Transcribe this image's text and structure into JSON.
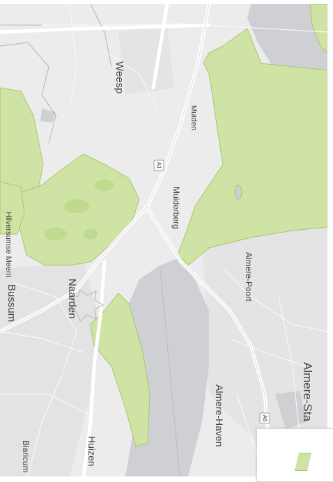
{
  "map": {
    "places": {
      "weesp": "Weesp",
      "muiden": "Muiden",
      "muiderberg": "Muiderberg",
      "almere_poort": "Almere-Poort",
      "almere_stad": "Almere-Sta",
      "almere_haven": "Almere-Haven",
      "naarden": "Naarden",
      "bussum": "Bussum",
      "huizen": "Huizen",
      "hilversumse_meent": "Hilversumse Meent",
      "blaricum": "Blaricum"
    },
    "roads": {
      "a1": "A1",
      "a6": "A6"
    },
    "colors": {
      "land": "#ececec",
      "water": "#cfd0d4",
      "nature": "#cfe3a4",
      "nature_edge": "#a9c46e",
      "road": "#ffffff"
    }
  },
  "legend": {
    "swatch_color": "#cfe3a4"
  }
}
